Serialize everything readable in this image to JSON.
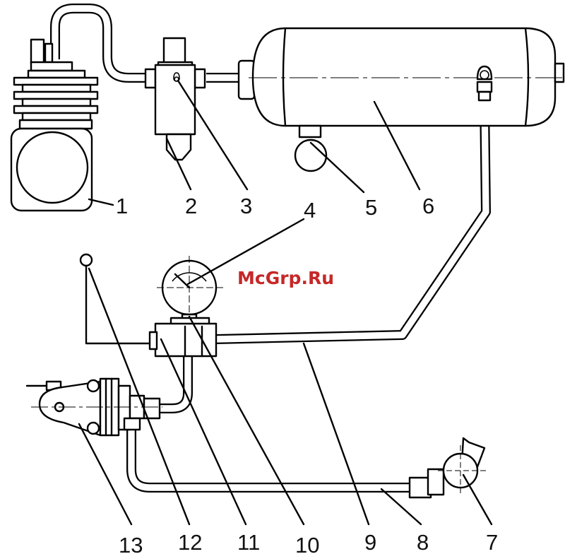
{
  "watermark": "McGrp.Ru",
  "callouts": [
    "1",
    "2",
    "3",
    "4",
    "5",
    "6",
    "7",
    "8",
    "9",
    "10",
    "11",
    "12",
    "13"
  ]
}
